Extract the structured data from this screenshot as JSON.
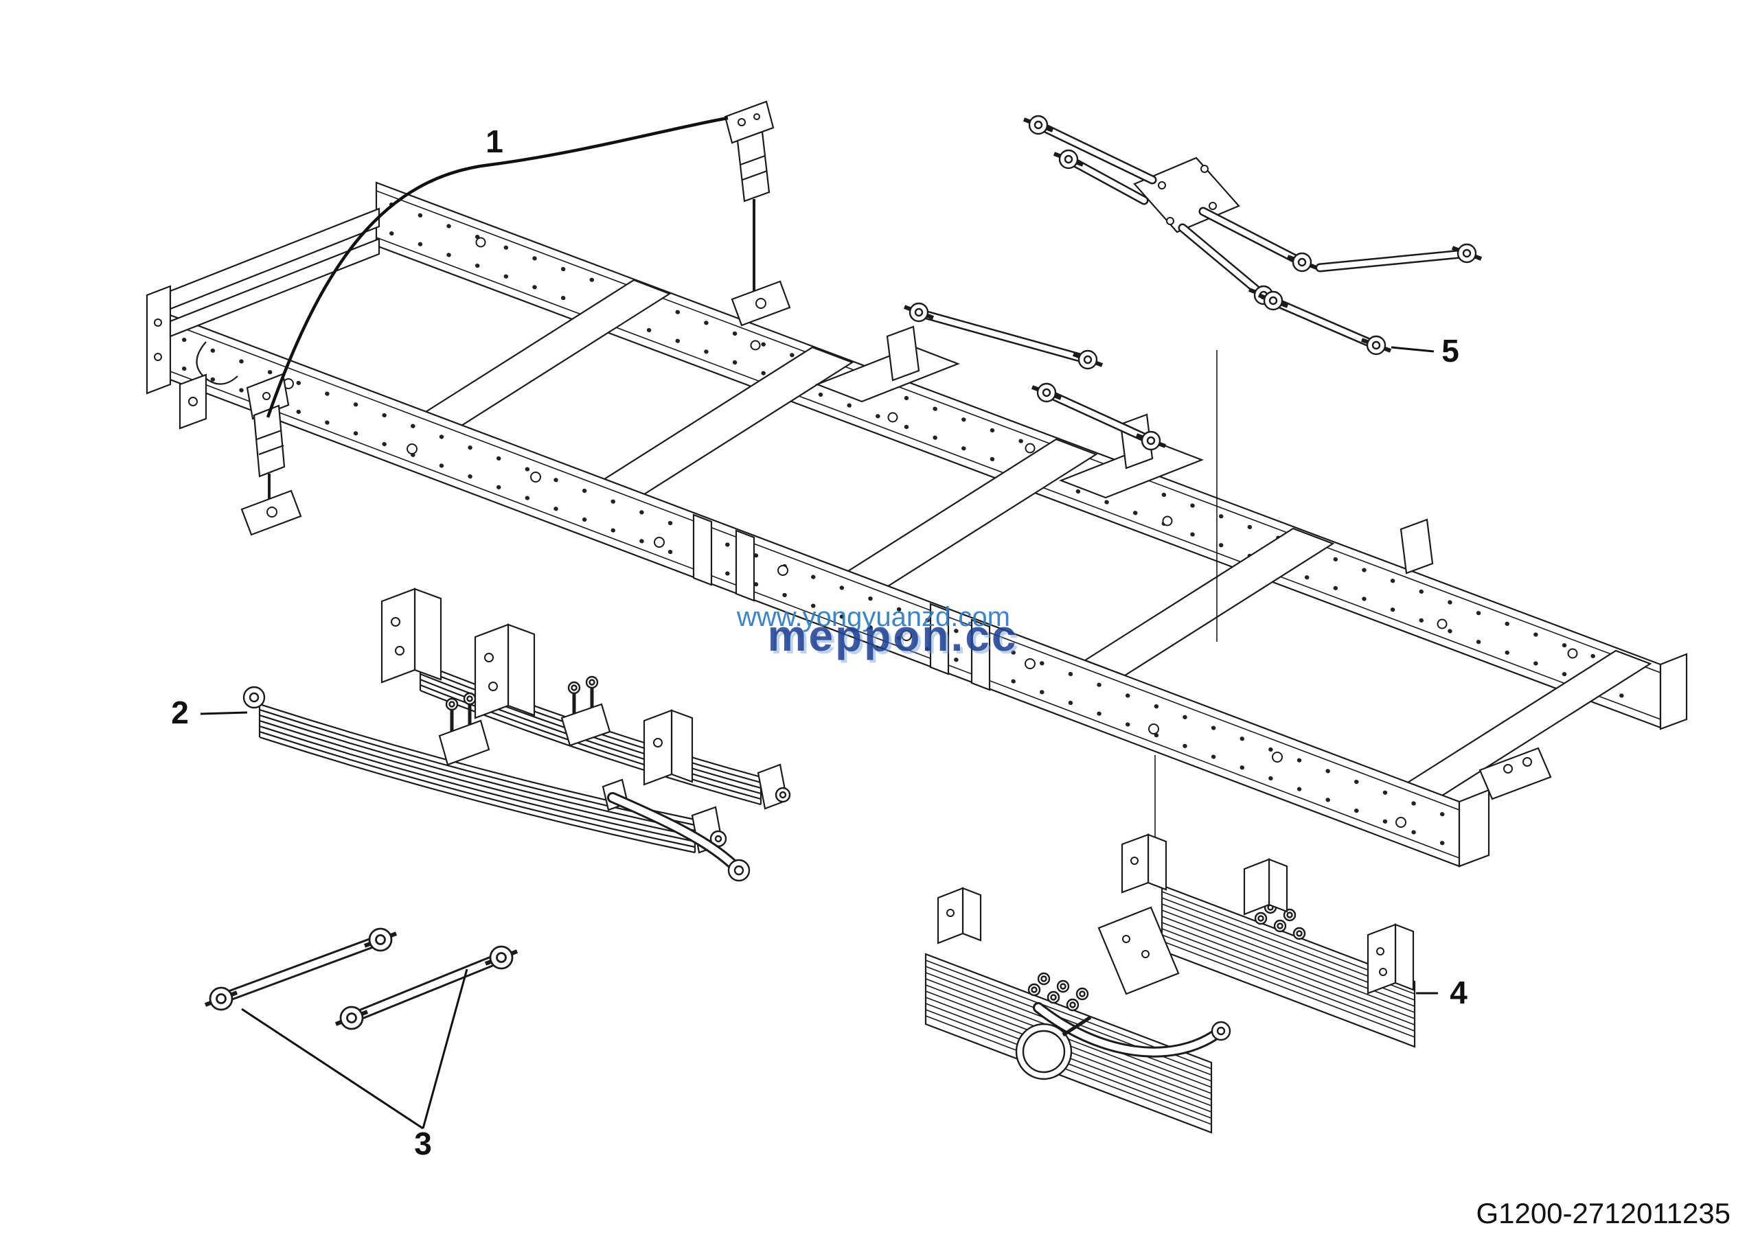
{
  "part_number": "G1200-2712011235",
  "watermark": {
    "url_text": "www.yongyuanzd.com",
    "brand_text": "meppon.cc",
    "url_color": "#2a7cc4",
    "brand_color": "#1d3e93"
  },
  "callouts": [
    {
      "label": "1"
    },
    {
      "label": "2"
    },
    {
      "label": "3"
    },
    {
      "label": "4"
    },
    {
      "label": "5"
    }
  ],
  "colors": {
    "background": "#ffffff",
    "line": "#1b1b1b"
  }
}
